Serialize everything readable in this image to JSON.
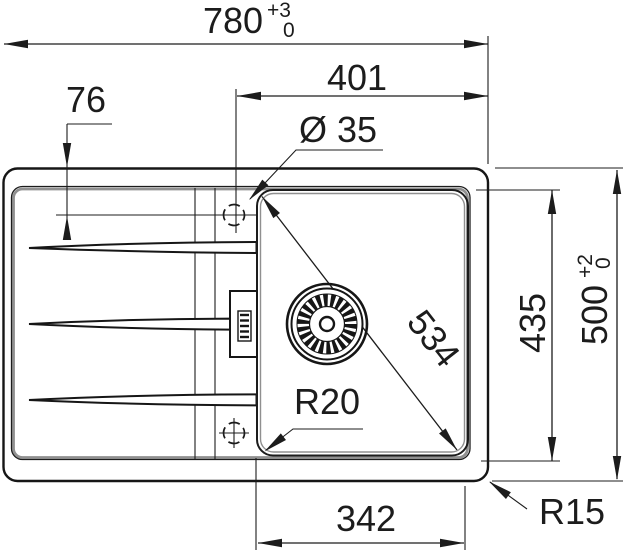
{
  "drawing": {
    "description_labels": {
      "overall_width": {
        "value": "780",
        "tol_plus": "+3",
        "tol_minus": "0"
      },
      "hole_offset_x": {
        "value": "401"
      },
      "hole_offset_y": {
        "value": "76"
      },
      "tap_hole_diameter": {
        "value": "Ø 35"
      },
      "bowl_diagonal": {
        "value": "534"
      },
      "inner_depth": {
        "value": "435"
      },
      "overall_depth": {
        "value": "500",
        "tol_plus": "+2",
        "tol_minus": "0"
      },
      "bowl_corner_radius": {
        "value": "R20"
      },
      "outer_corner_radius": {
        "value": "R15"
      },
      "bowl_width": {
        "value": "342"
      }
    },
    "colors": {
      "line": "#1c1c1c",
      "shadow_line": "#909090",
      "background": "#ffffff"
    }
  }
}
